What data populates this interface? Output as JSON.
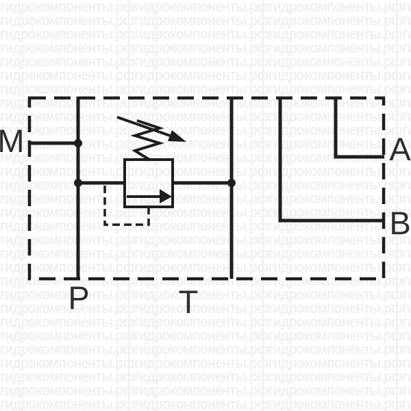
{
  "watermark": {
    "text": "гидрокомпоненты.рф",
    "color": "#f0f0f0",
    "rows": 30,
    "repeats_per_row": 4
  },
  "diagram": {
    "kind": "hydraulic-relief-valve-block-schematic",
    "line_color": "#1e1e1e",
    "label_color": "#2e2e2e",
    "ports": {
      "m": "M",
      "p": "P",
      "t": "T",
      "a": "A",
      "b": "B"
    }
  }
}
